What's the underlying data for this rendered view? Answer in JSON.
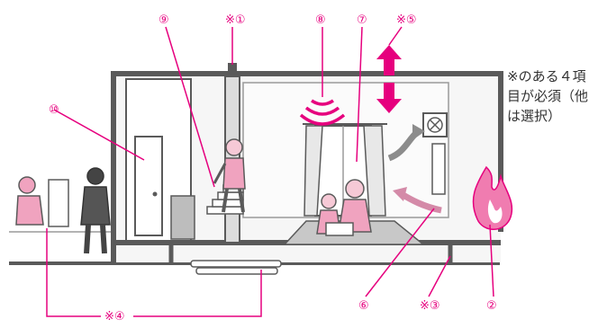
{
  "labels": {
    "n1": "※①",
    "n2": "②",
    "n3": "※③",
    "n4": "※④",
    "n5": "※⑤",
    "n6": "⑥",
    "n7": "⑦",
    "n8": "⑧",
    "n9": "⑨",
    "n10": "⑩"
  },
  "note": "※のある４項目が必須（他は選択）",
  "colors": {
    "accent": "#e6007e",
    "wall": "#5a5a5a",
    "wall_fill": "#efefef",
    "floor_mat": "#c8c8c8",
    "fire": "#f07cb0"
  }
}
